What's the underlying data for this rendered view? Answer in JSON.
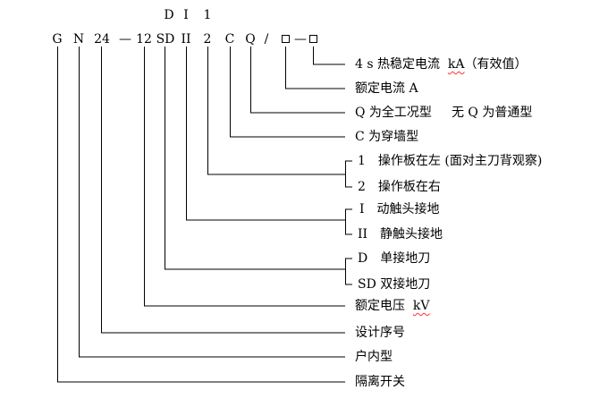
{
  "model_code": {
    "top_row": [
      "D",
      "I",
      "1"
    ],
    "main_row": [
      "G",
      "N",
      "24",
      "—",
      "12",
      "SD",
      "II",
      "2",
      "C",
      "Q",
      "/",
      "—"
    ]
  },
  "labels": {
    "short_circuit_current": "4 s 热稳定电流",
    "short_circuit_unit": "kA",
    "short_circuit_suffix": "（有效值）",
    "rated_current": "额定电流 A",
    "q_full": "Q 为全工况型",
    "q_none": "无 Q 为普通型",
    "c_wall": "C 为穿墙型",
    "panel_left": "1　操作板在左 (面对主刀背观察)",
    "panel_right": "2　操作板在右",
    "moving_contact": "I　动触头接地",
    "static_contact": "II　静触头接地",
    "single_earth": "D　单接地刀",
    "double_earth": "SD 双接地刀",
    "rated_voltage": "额定电压",
    "rated_voltage_unit": "kV",
    "design_serial": "设计序号",
    "indoor_type": "户内型",
    "isolating_switch": "隔离开关"
  }
}
